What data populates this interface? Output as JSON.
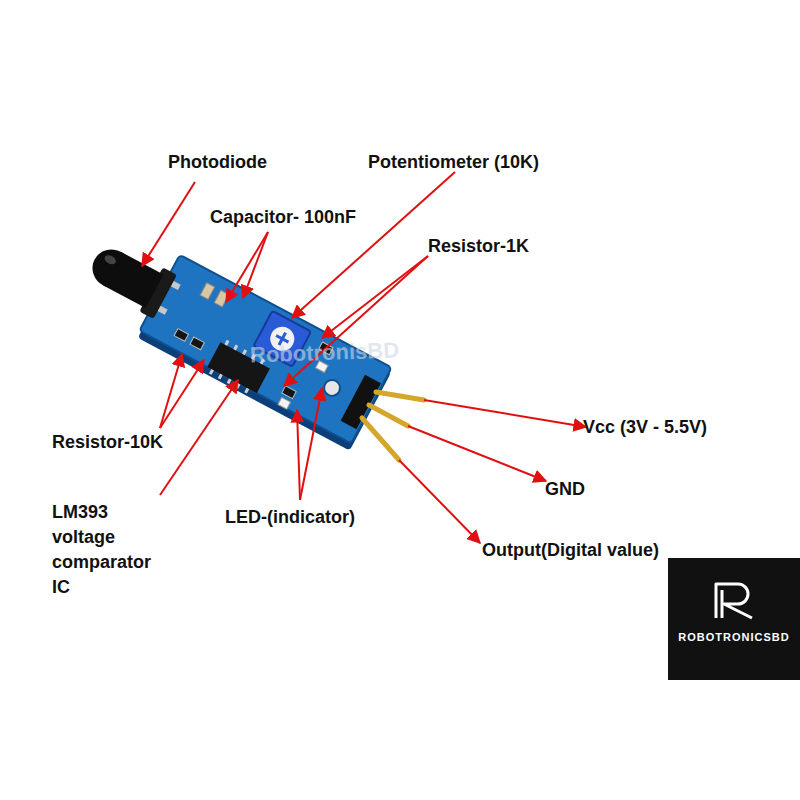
{
  "diagram": {
    "labels": [
      "Photodiode",
      "Potentiometer (10K)",
      "Capacitor- 100nF",
      "Resistor-1K",
      "Resistor-10K",
      "LM393 voltage comparator IC",
      "LED-(indicator)",
      "Vcc (3V - 5.5V)",
      "GND",
      "Output(Digital value)",
      "RobotronisBD",
      "ROBOTRONICSBD"
    ]
  }
}
